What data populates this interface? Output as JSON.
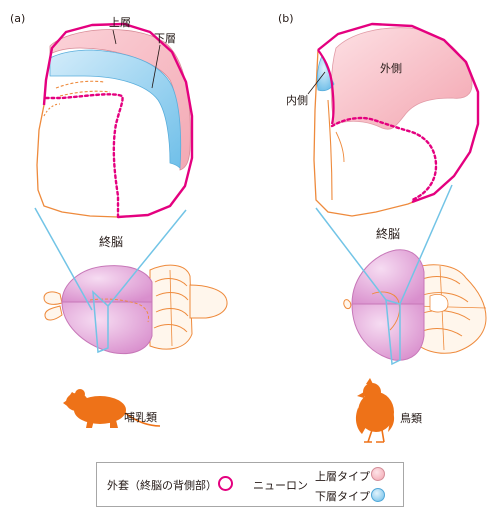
{
  "panel_a": {
    "tag": "(a)",
    "upper_layer": "上層",
    "lower_layer": "下層",
    "telencephalon": "終脳",
    "animal": "哺乳類"
  },
  "panel_b": {
    "tag": "(b)",
    "lateral": "外側",
    "medial": "内側",
    "telencephalon": "終脳",
    "animal": "鳥類"
  },
  "legend": {
    "pallium": "外套（終脳の背側部）",
    "neuron": "ニューロン",
    "upper_type": "上層タイプ",
    "lower_type": "下層タイプ"
  },
  "colors": {
    "pallium_outline": "#e4007f",
    "upper_fill": "#f5b4bd",
    "lower_fill": "#8ecdf0",
    "brain_outline": "#ee8a3c",
    "telencephalon_fill": "#e2a7d8",
    "animal_silhouette": "#ee7218",
    "guide_lines": "#72c4e6"
  }
}
